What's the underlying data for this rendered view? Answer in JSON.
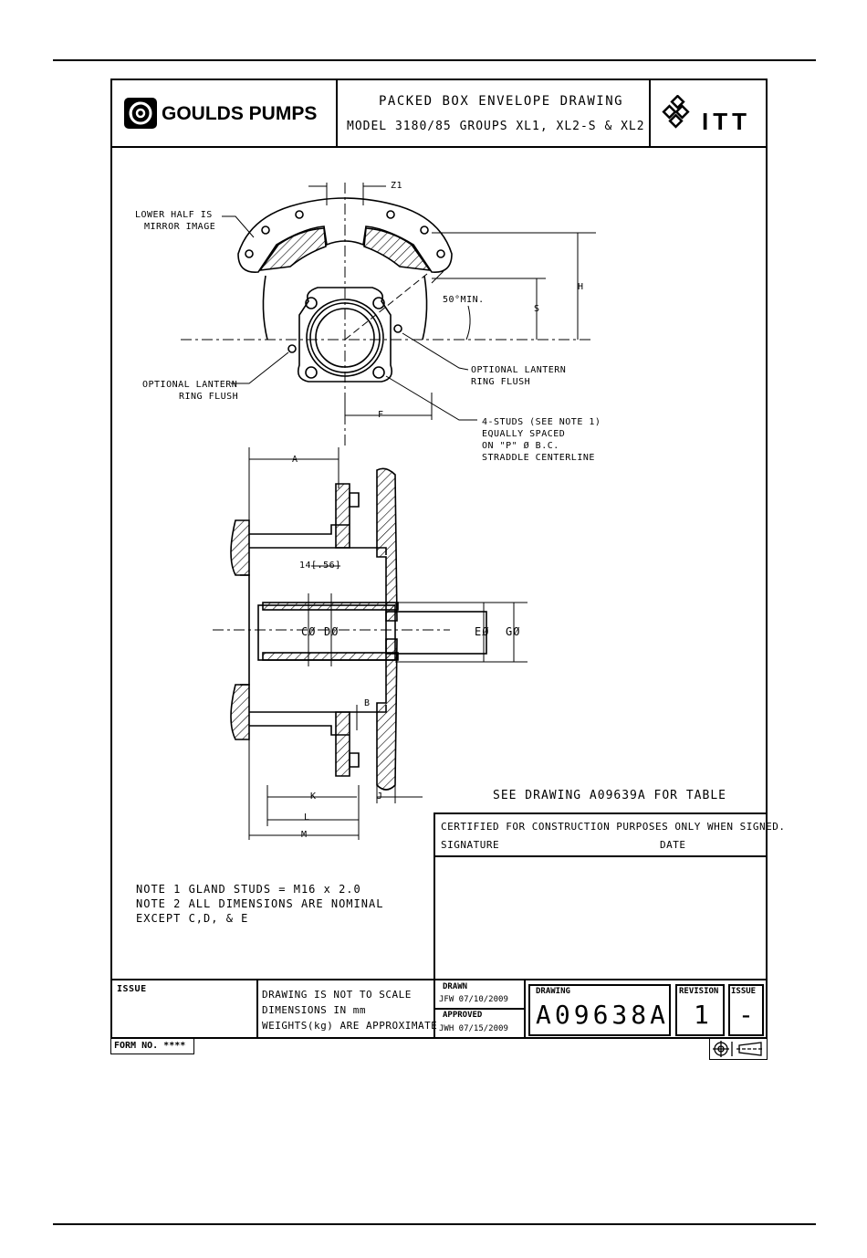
{
  "header": {
    "company": "GOULDS PUMPS",
    "title_line1": "PACKED BOX ENVELOPE DRAWING",
    "title_line2": "MODEL 3180/85 GROUPS XL1, XL2-S & XL2",
    "brand": "ITT"
  },
  "top_view": {
    "label_z1": "Z1",
    "label_lower_half_1": "LOWER HALF IS",
    "label_lower_half_2": "MIRROR IMAGE",
    "label_angle": "50°MIN.",
    "label_h": "H",
    "label_s": "S",
    "label_lantern_left_1": "OPTIONAL LANTERN",
    "label_lantern_left_2": "RING FLUSH",
    "label_lantern_right_1": "OPTIONAL LANTERN",
    "label_lantern_right_2": "RING FLUSH",
    "label_f": "F",
    "label_studs_1": "4-STUDS (SEE NOTE 1)",
    "label_studs_2": "EQUALLY SPACED",
    "label_studs_3": "ON \"P\" Ø B.C.",
    "label_studs_4": "STRADDLE CENTERLINE"
  },
  "section_view": {
    "label_a": "A",
    "label_14": "14[.56]",
    "label_c": "CØ",
    "label_d": "DØ",
    "label_e": "EØ",
    "label_g": "GØ",
    "label_b": "B",
    "label_k": "K",
    "label_j": "J",
    "label_l": "L",
    "label_m": "M"
  },
  "see_drawing": "SEE DRAWING A09639A FOR TABLE",
  "certification": {
    "text": "CERTIFIED FOR CONSTRUCTION PURPOSES ONLY WHEN SIGNED.",
    "signature": "SIGNATURE",
    "date": "DATE"
  },
  "notes": [
    "NOTE 1 GLAND STUDS = M16 x 2.0",
    "NOTE 2 ALL DIMENSIONS ARE NOMINAL",
    "EXCEPT C,D, & E"
  ],
  "title_block": {
    "issue_label": "ISSUE",
    "scale_line1": "DRAWING IS NOT TO SCALE",
    "scale_line2": "DIMENSIONS IN mm",
    "scale_line3": "WEIGHTS(kg) ARE APPROXIMATE",
    "drawn_label": "DRAWN",
    "drawn_value": "JFW  07/10/2009",
    "approved_label": "APPROVED",
    "approved_value": "JWH  07/15/2009",
    "drawing_label": "DRAWING",
    "drawing_number": "A09638A",
    "revision_label": "REVISION",
    "revision_value": "1",
    "issue_col_label": "ISSUE",
    "issue_value": "-",
    "form_no": "FORM NO. ****"
  }
}
